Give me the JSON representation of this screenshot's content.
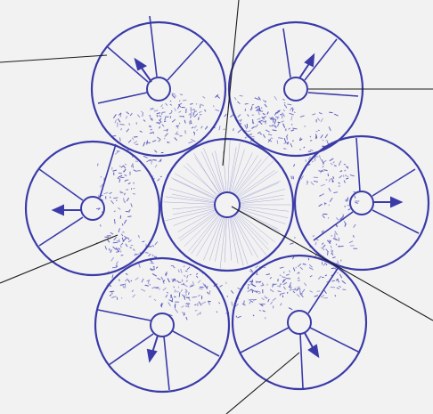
{
  "diagram": {
    "cells": [
      {
        "id": "center",
        "kind": "central"
      },
      {
        "id": "top-left",
        "kind": "outer"
      },
      {
        "id": "top-right",
        "kind": "outer"
      },
      {
        "id": "left",
        "kind": "outer"
      },
      {
        "id": "right",
        "kind": "outer"
      },
      {
        "id": "bottom-left",
        "kind": "outer"
      },
      {
        "id": "bottom-right",
        "kind": "outer"
      }
    ],
    "leader_lines": 6,
    "colors": {
      "background": "#f2f2f2",
      "ink": "#3a3aa8",
      "stipple": "#4a4ab8",
      "leader": "#1a1a1a"
    }
  }
}
